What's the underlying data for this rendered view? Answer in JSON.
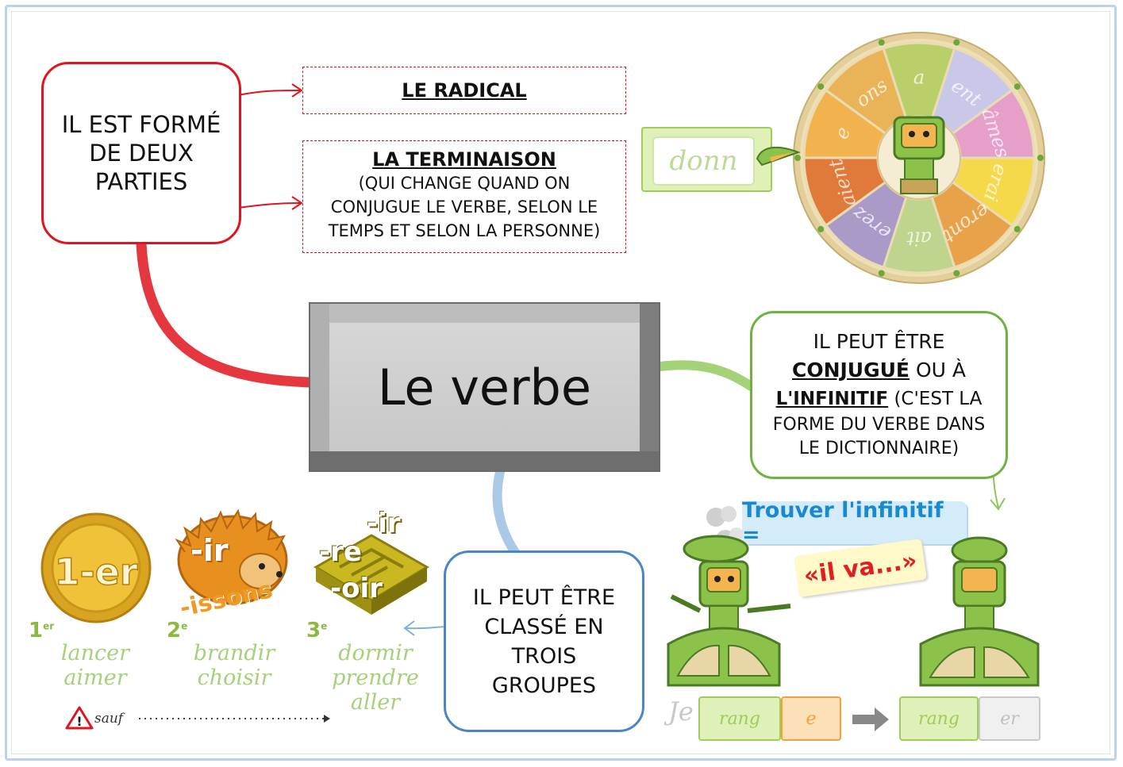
{
  "center": {
    "title": "Le verbe"
  },
  "formed": {
    "text": [
      "IL EST FORMÉ",
      "DE DEUX",
      "PARTIES"
    ]
  },
  "radical": {
    "text": "LE RADICAL"
  },
  "terminaison": {
    "title": "LA TERMINAISON",
    "lines": [
      "(QUI CHANGE QUAND ON",
      "CONJUGUE LE VERBE, SELON LE",
      "TEMPS ET SELON LA PERSONNE)"
    ]
  },
  "wheel": {
    "tag": "donn",
    "endings": [
      "ons",
      "a",
      "ent",
      "âmes",
      "erai",
      "eront",
      "ait",
      "erez",
      "aient",
      "e"
    ]
  },
  "conjugue": {
    "line1": "IL PEUT ÊTRE",
    "conj": "CONJUGUÉ",
    "ou": "OU À",
    "inf": "L'INFINITIF",
    "paren": "(C'EST LA",
    "line4": "FORME DU VERBE DANS",
    "line5": "LE DICTIONNAIRE)"
  },
  "groupes": {
    "text": [
      "IL PEUT ÊTRE",
      "CLASSÉ EN",
      "TROIS",
      "GROUPES"
    ]
  },
  "groups": [
    {
      "num": "1",
      "sup": "er",
      "badge": "1-er",
      "words": [
        "lancer",
        "aimer"
      ]
    },
    {
      "num": "2",
      "sup": "e",
      "badge": "-ir",
      "badge2": "-issons",
      "words": [
        "brandir",
        "choisir"
      ]
    },
    {
      "num": "3",
      "sup": "e",
      "badge": "-ir",
      "badge2": "-re",
      "badge3": "-oir",
      "words": [
        "dormir",
        "prendre",
        "aller"
      ]
    }
  ],
  "sauf": "sauf",
  "infinitif": {
    "trouver": "Trouver l'infinitif =",
    "ilva": "«il va...»",
    "je": "Je",
    "radical": "rang",
    "ending_before": "e",
    "ending_after": "er"
  },
  "colors": {
    "red": "#e0141e",
    "green": "#6cb33f",
    "blue": "#4a86c5",
    "gold": "#d9a520",
    "orange": "#e8901f"
  }
}
